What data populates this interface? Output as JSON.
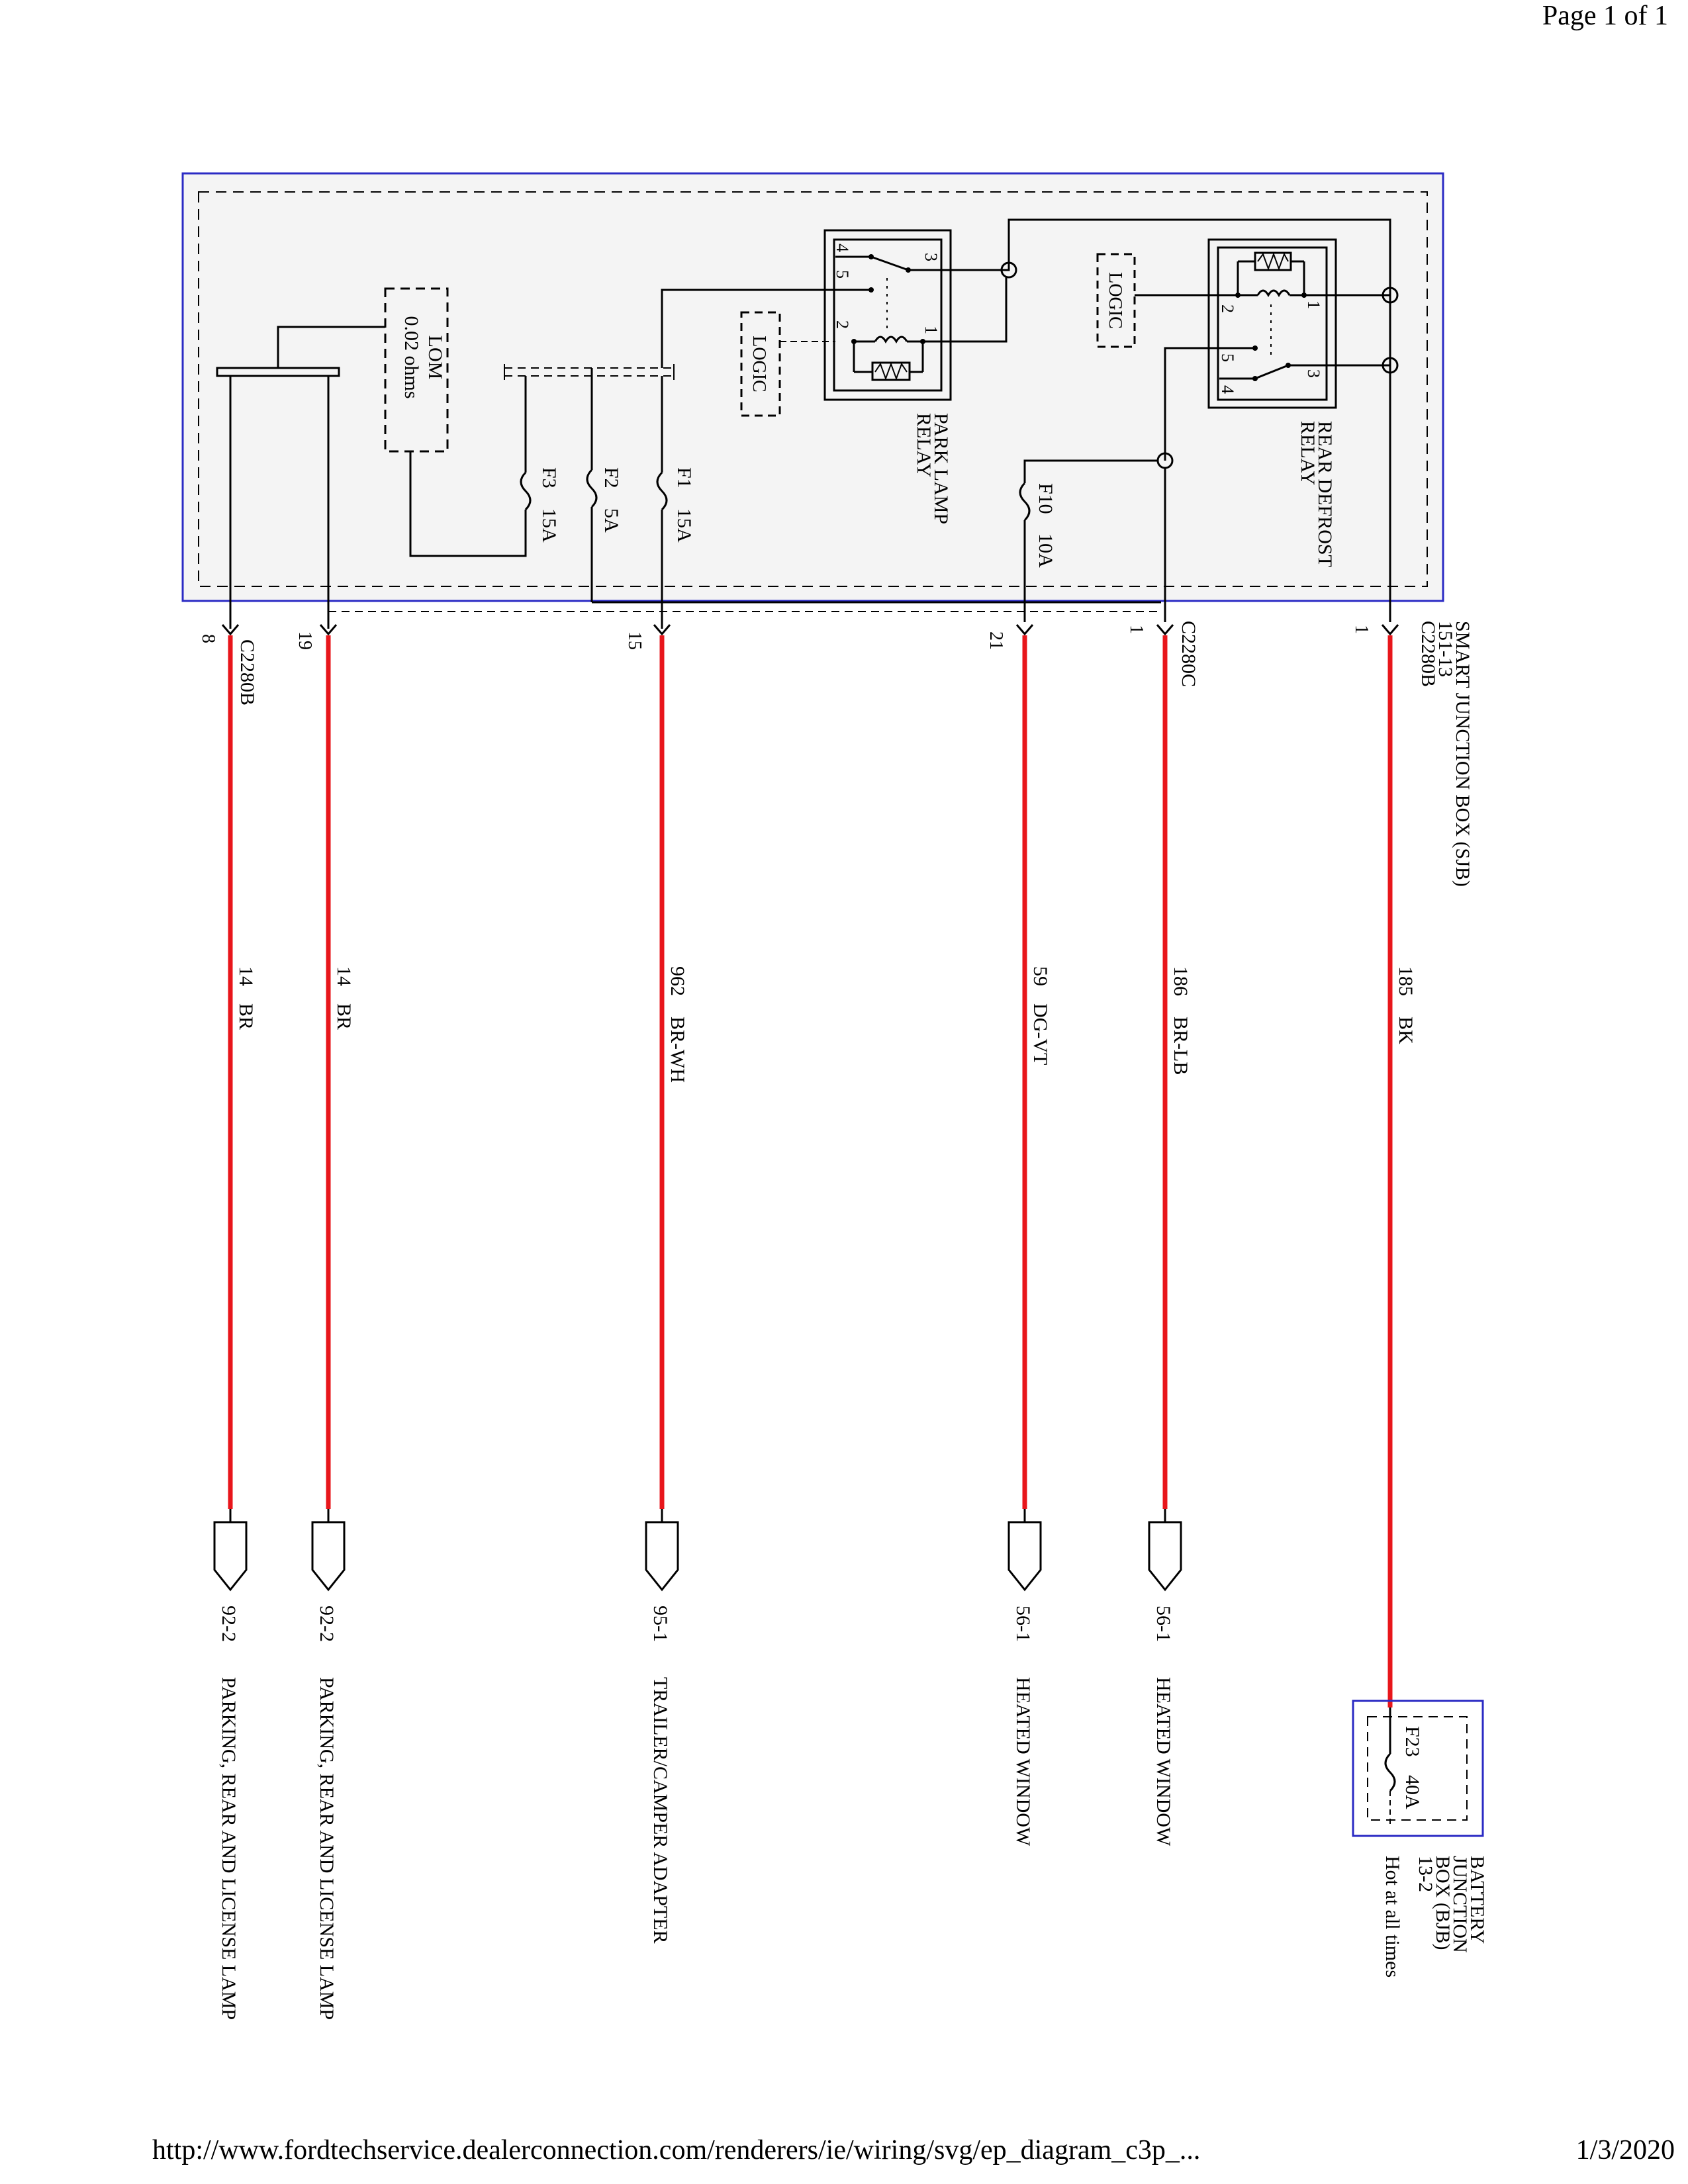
{
  "page_header": "Page 1 of 1",
  "footer": {
    "url": "http://www.fordtechservice.dealerconnection.com/renderers/ie/wiring/svg/ep_diagram_c3p_...",
    "date": "1/3/2020"
  },
  "module": {
    "title": "SMART JUNCTION BOX (SJB)",
    "ref": "151-13"
  },
  "lom": {
    "name": "LOM",
    "value": "0.02 ohms"
  },
  "logic_label": "LOGIC",
  "fuses": {
    "f1": {
      "name": "F1",
      "rating": "15A"
    },
    "f2": {
      "name": "F2",
      "rating": "5A"
    },
    "f3": {
      "name": "F3",
      "rating": "15A"
    },
    "f10": {
      "name": "F10",
      "rating": "10A"
    },
    "f23": {
      "name": "F23",
      "rating": "40A"
    }
  },
  "park_relay": {
    "line1": "PARK LAMP",
    "line2": "RELAY",
    "pins": {
      "p1": "1",
      "p2": "2",
      "p3": "3",
      "p4": "4",
      "p5": "5"
    }
  },
  "defrost_relay": {
    "line1": "REAR DEFROST",
    "line2": "RELAY",
    "pins": {
      "p1": "1",
      "p2": "2",
      "p3": "3",
      "p4": "4",
      "p5": "5"
    }
  },
  "connectors": {
    "c2280b_left": "C2280B",
    "c2280c": "C2280C",
    "c2280b_right": "C2280B"
  },
  "circuits": [
    {
      "pin": "8",
      "circuit": "14",
      "color": "BR",
      "ref": "92-2",
      "destination": "PARKING, REAR AND LICENSE LAMP"
    },
    {
      "pin": "19",
      "circuit": "14",
      "color": "BR",
      "ref": "92-2",
      "destination": "PARKING, REAR AND LICENSE LAMP"
    },
    {
      "pin": "15",
      "circuit": "962",
      "color": "BR-WH",
      "ref": "95-1",
      "destination": "TRAILER/CAMPER ADAPTER"
    },
    {
      "pin": "21",
      "circuit": "59",
      "color": "DG-VT",
      "ref": "56-1",
      "destination": "HEATED WINDOW"
    },
    {
      "pin": "1",
      "circuit": "186",
      "color": "BR-LB",
      "ref": "56-1",
      "destination": "HEATED WINDOW"
    },
    {
      "pin": "1",
      "circuit": "185",
      "color": "BK",
      "ref": "",
      "destination": ""
    }
  ],
  "bjb": {
    "line1": "BATTERY",
    "line2": "JUNCTION",
    "line3": "BOX (BJB)",
    "line4": "13-2",
    "line5": "Hot at all times"
  },
  "colors": {
    "wire": "#e8161b",
    "box_border": "#2b2bc4",
    "box_fill": "#f4f4f4",
    "line": "#000000"
  }
}
